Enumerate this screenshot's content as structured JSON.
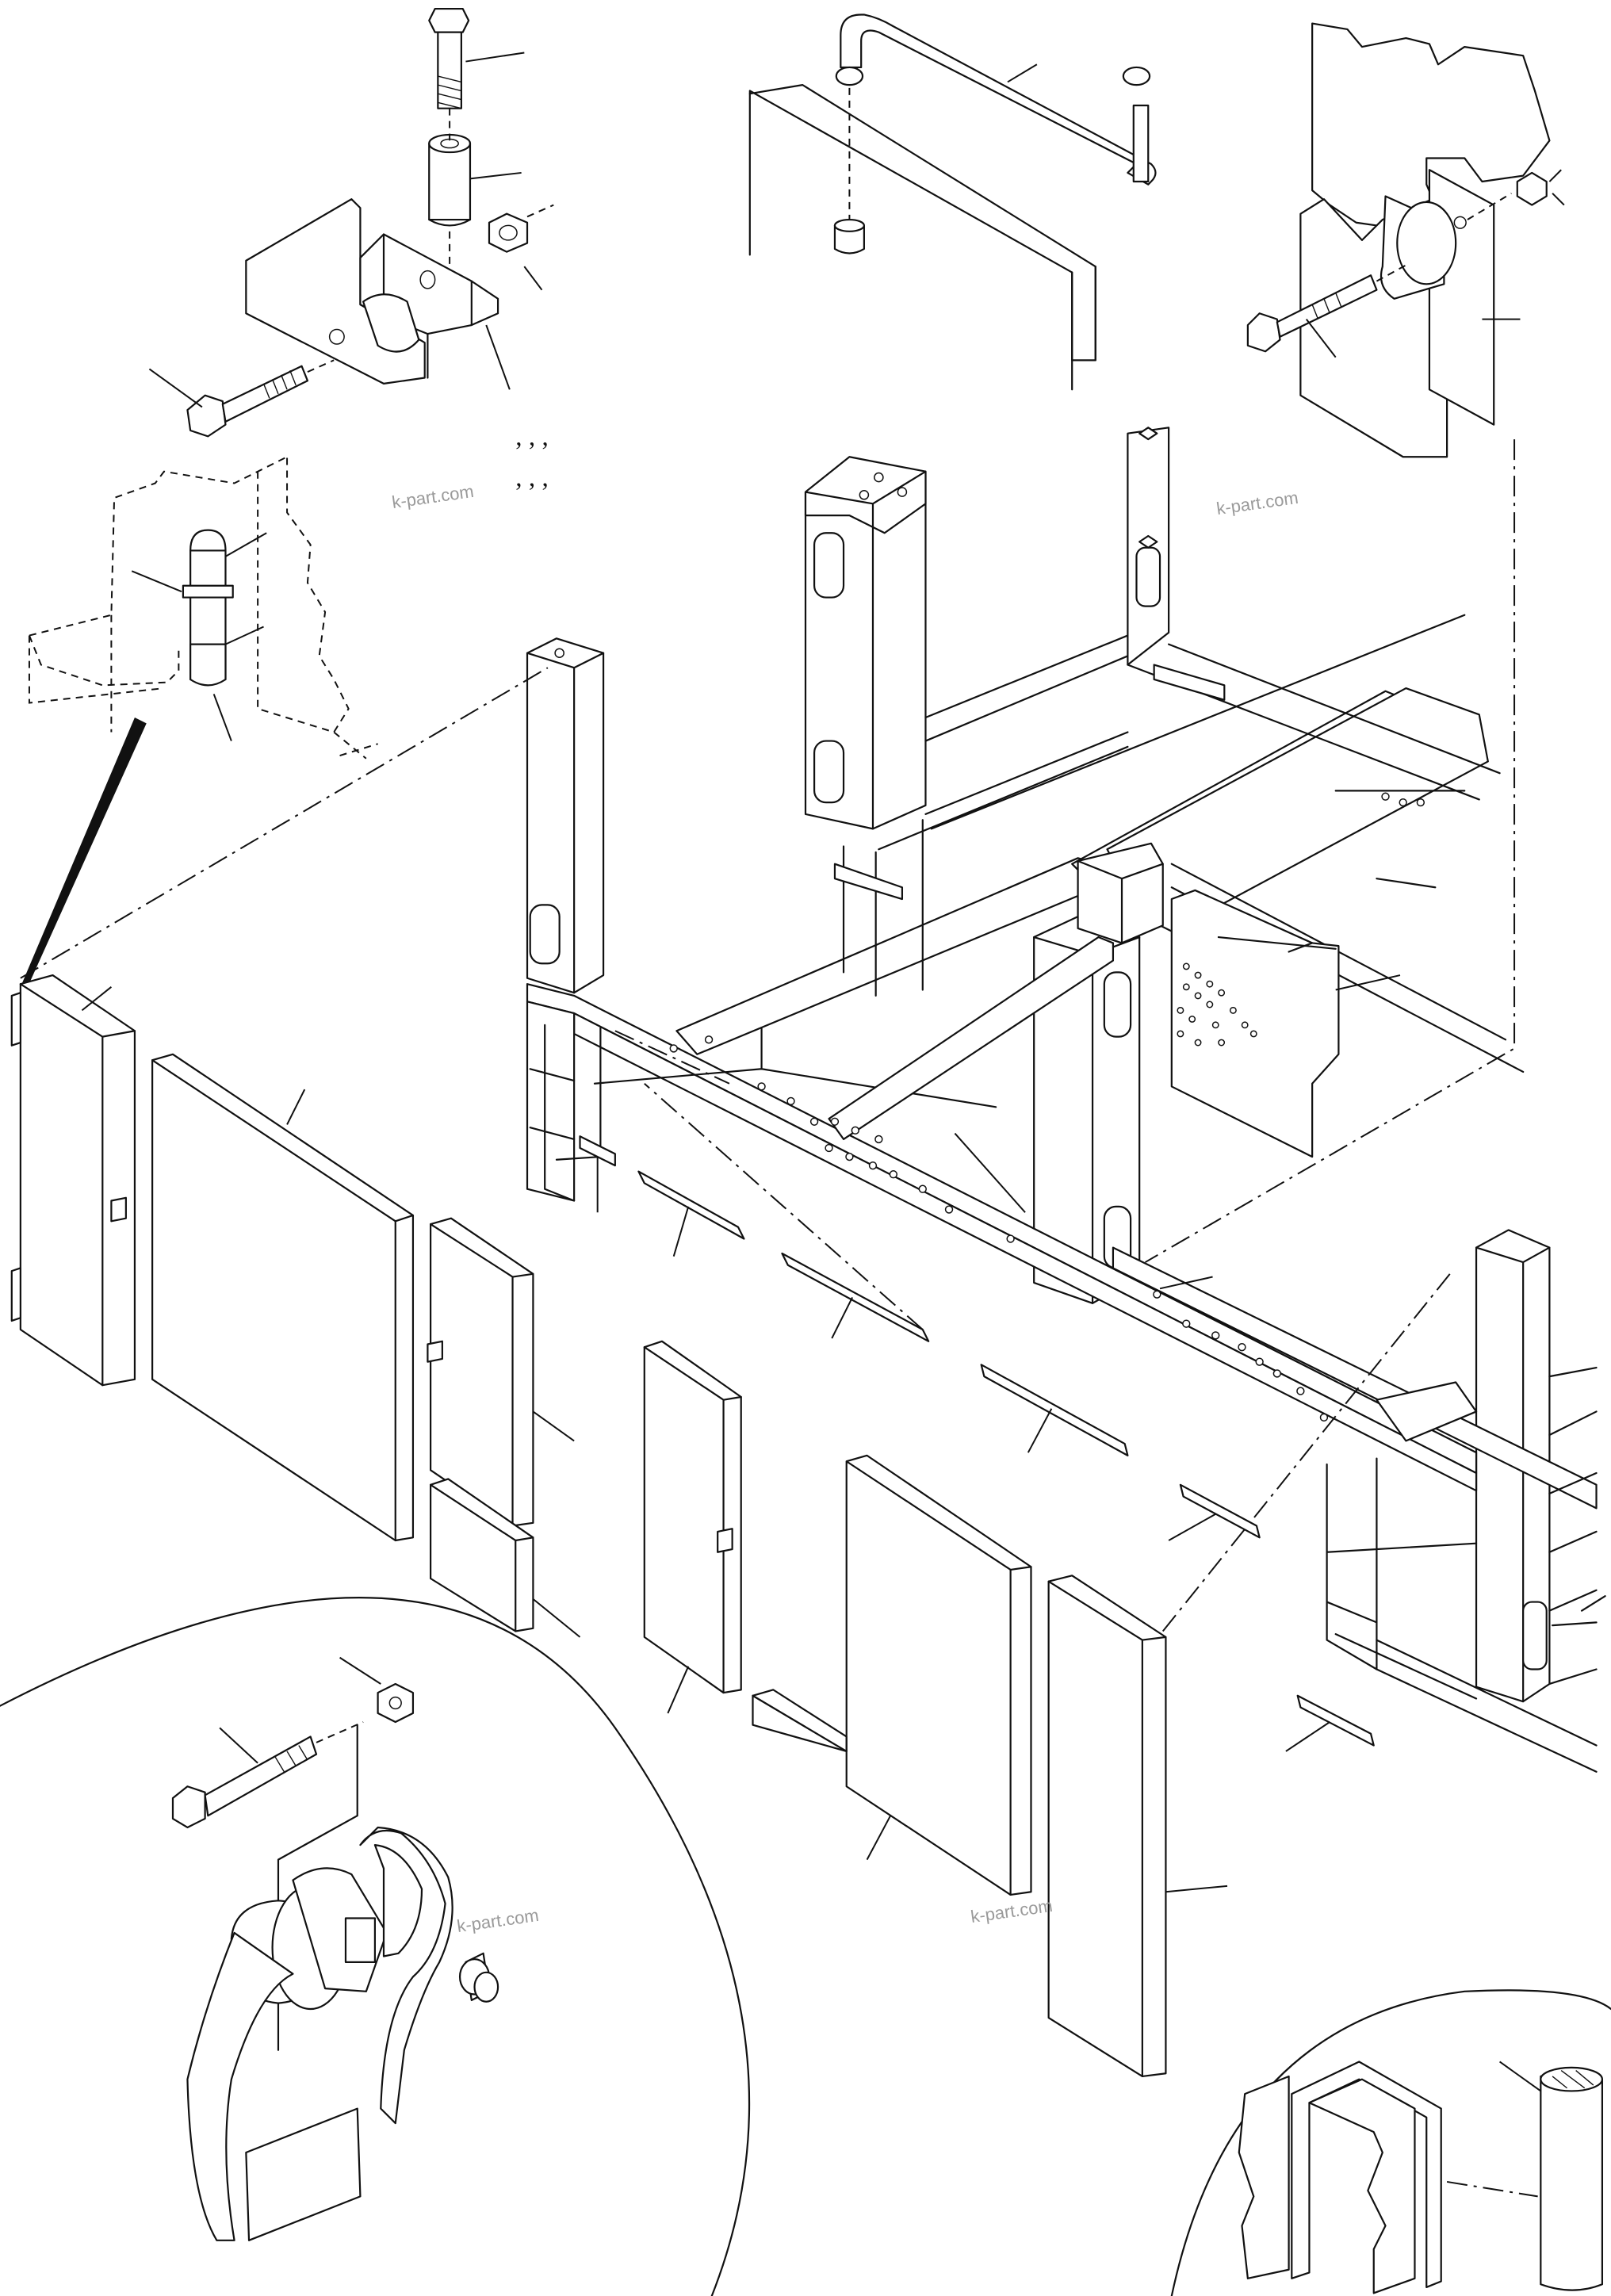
{
  "watermarks": [
    "k-part.com",
    "k-part.com",
    "k-part.com",
    "k-part.com"
  ],
  "callout_marks": [
    ", , ,",
    ", , ,"
  ]
}
